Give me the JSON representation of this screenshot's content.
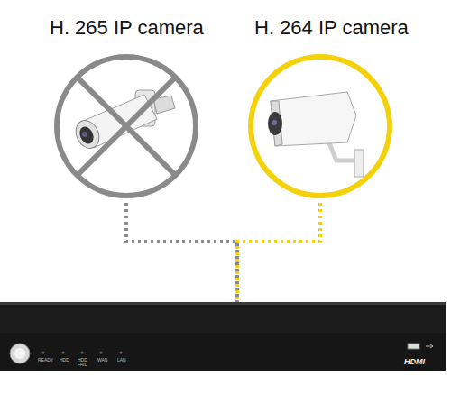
{
  "diagram": {
    "nodes": [
      {
        "text": [
          "H. 265 IP camera"
        ]
      },
      {
        "text": [
          "H. 264 IP camera"
        ]
      },
      {
        "text": [
          "READY",
          "HDD",
          "HDD FAIL",
          "WAN",
          "LAN",
          "HDMI"
        ]
      }
    ],
    "edges": [
      {
        "from": 0,
        "to": 2,
        "arrow": "none"
      },
      {
        "from": 1,
        "to": 2,
        "arrow": "none"
      }
    ]
  }
}
